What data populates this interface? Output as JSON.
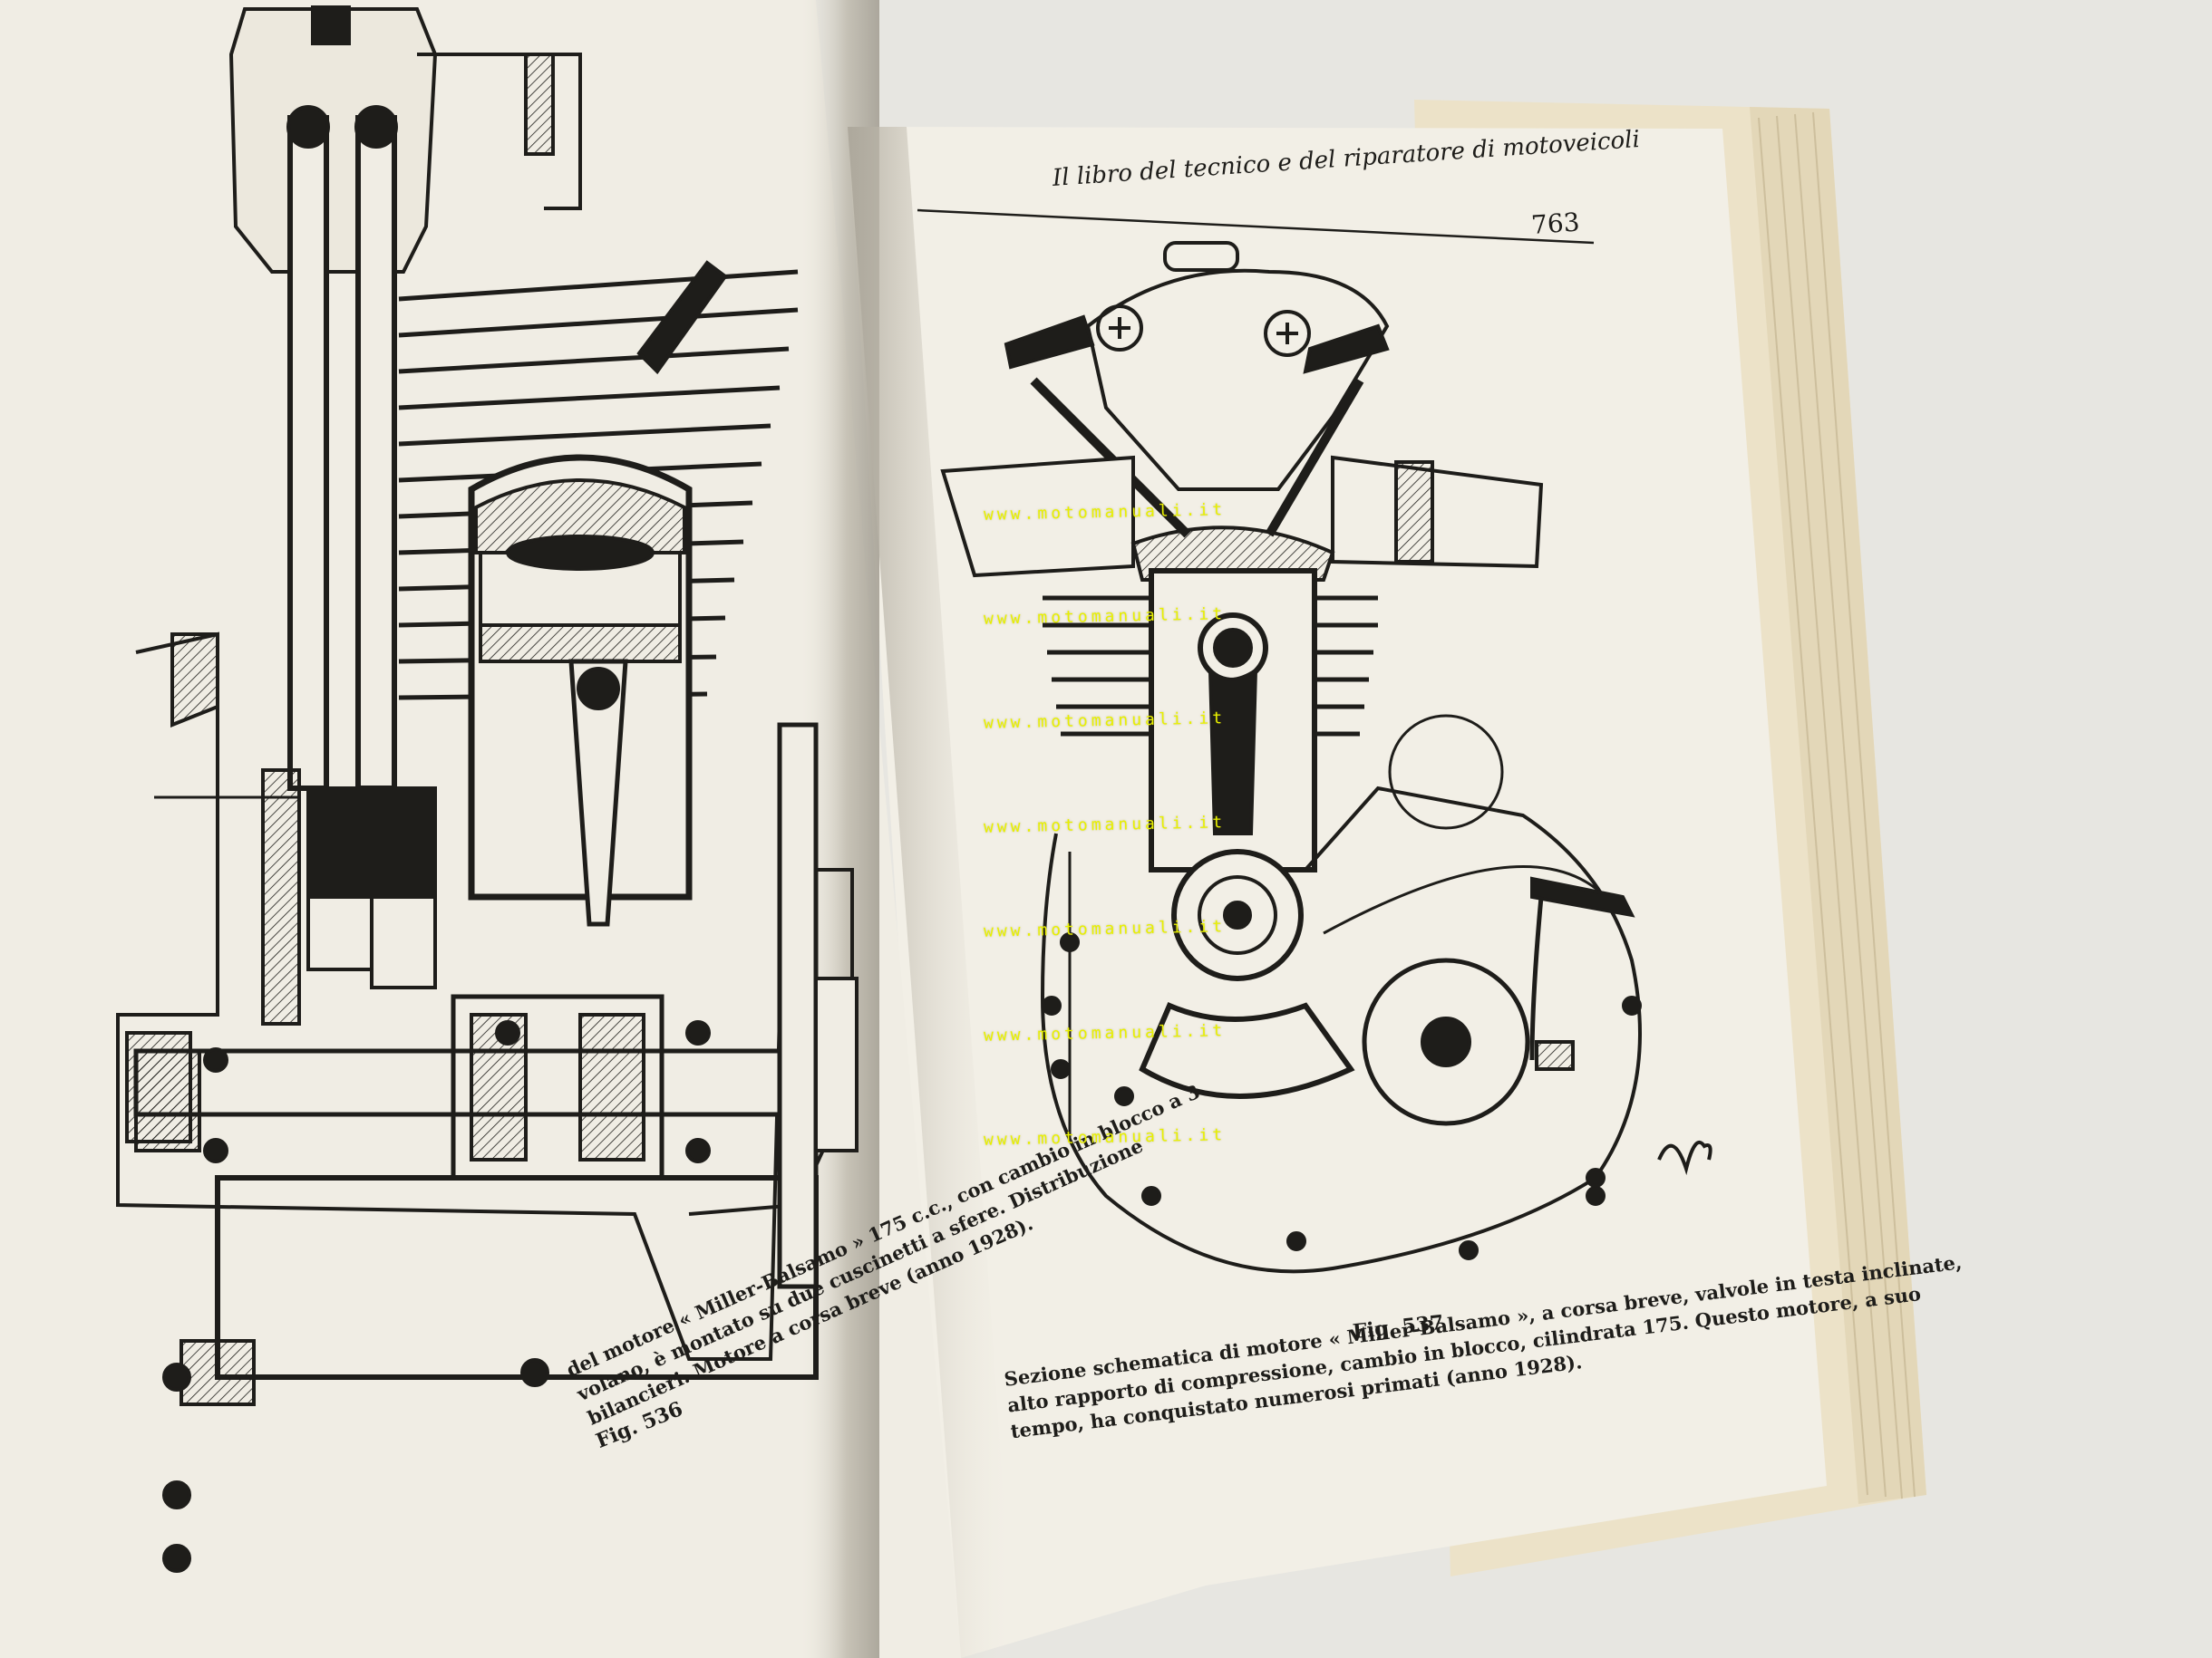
{
  "right_page": {
    "header": "Il libro del tecnico e del riparatore di motoveicoli",
    "page_number": "763",
    "figure_label": "Fig. 537",
    "caption_lines": [
      "Sezione schematica di motore « Miller-Balsamo », a corsa breve, valvole in testa inclinate,",
      "alto rapporto di compressione, cambio in blocco, cilindrata 175. Questo motore, a suo",
      "tempo, ha conquistato numerosi primati (anno 1928)."
    ],
    "signature": "AB"
  },
  "left_page": {
    "figure_label": "Fig. 536",
    "caption_lines": [
      "del motore « Miller-Balsamo » 175 c.c., con cambio in blocco a 3",
      "volano, è montato su due cuscinetti a sfere. Distribuzione",
      "bilancieri. Motore a corsa breve (anno 1928)."
    ]
  },
  "watermark": {
    "text": "www.motomanuali.it",
    "color": "#e8f000"
  },
  "colors": {
    "page_paper": "#f2efe6",
    "ink": "#1e1d1a",
    "background": "#e7e6e1"
  }
}
